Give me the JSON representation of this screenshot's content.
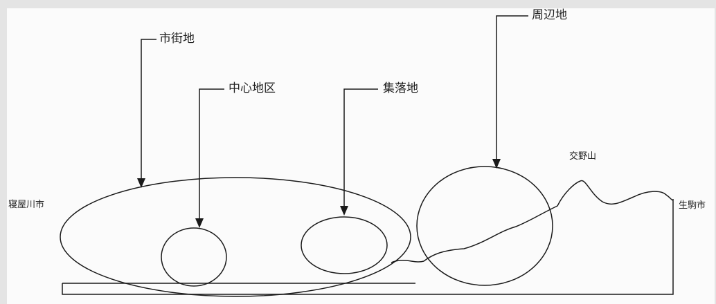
{
  "labels": {
    "urban_area": "市街地",
    "central_district": "中心地区",
    "village": "集落地",
    "surrounding_area": "周辺地",
    "mountain": "交野山",
    "left_city": "寝屋川市",
    "right_city": "生駒市"
  },
  "colors": {
    "line": "#1a1a1a",
    "background": "#fbfbfb",
    "frame": "#e4e4e4"
  }
}
